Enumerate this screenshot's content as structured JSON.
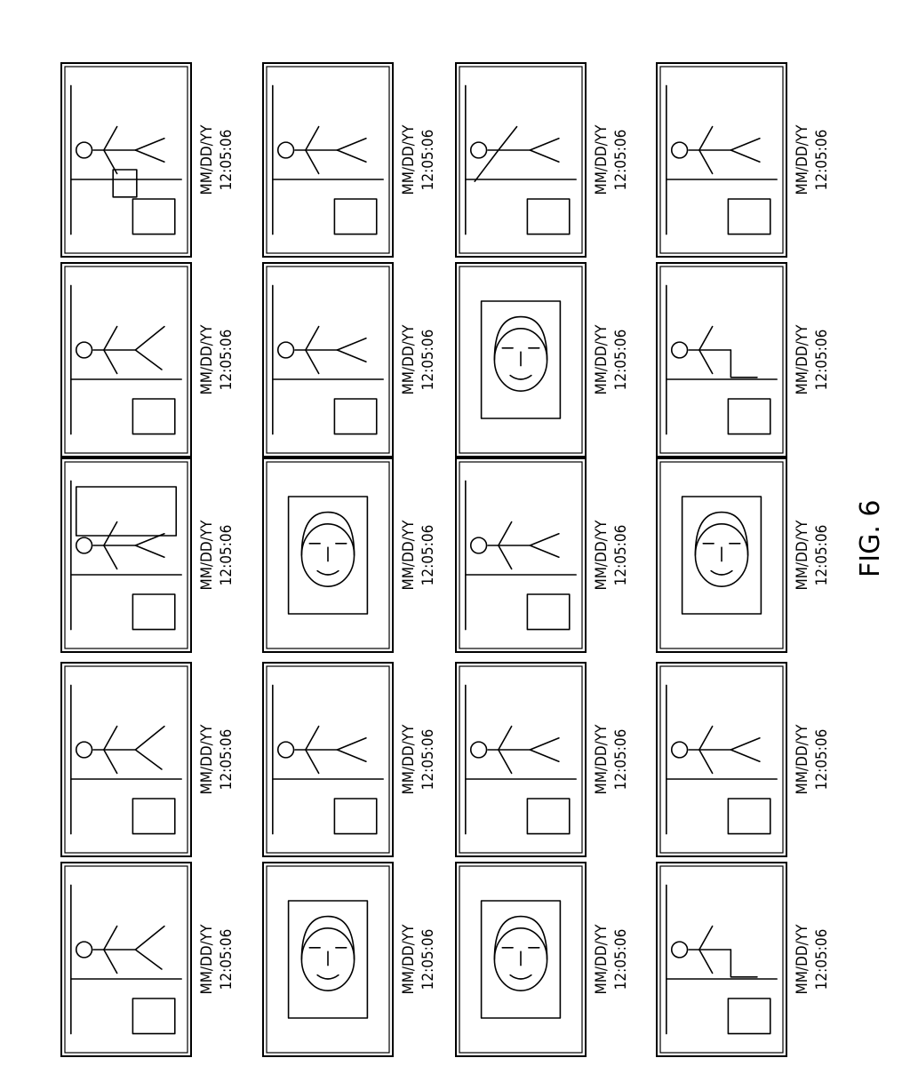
{
  "figure_label": "FIG. 6",
  "frames": [
    {
      "id": "r1c1",
      "date": "MM/DD/YY",
      "time": "12:05:06",
      "scene": "person-walking"
    },
    {
      "id": "r1c2",
      "date": "MM/DD/YY",
      "time": "12:05:06",
      "scene": "person-walking"
    },
    {
      "id": "r1c3",
      "date": "MM/DD/YY",
      "time": "12:05:06",
      "scene": "person-at-door"
    },
    {
      "id": "r1c4",
      "date": "MM/DD/YY",
      "time": "12:05:06",
      "scene": "person-walking"
    },
    {
      "id": "r1c5",
      "date": "MM/DD/YY",
      "time": "12:05:06",
      "scene": "person-with-object"
    },
    {
      "id": "r2c1",
      "date": "MM/DD/YY",
      "time": "12:05:06",
      "scene": "face-closeup"
    },
    {
      "id": "r2c2",
      "date": "MM/DD/YY",
      "time": "12:05:06",
      "scene": "person-standing"
    },
    {
      "id": "r2c3",
      "date": "MM/DD/YY",
      "time": "12:05:06",
      "scene": "face-closeup"
    },
    {
      "id": "r2c4",
      "date": "MM/DD/YY",
      "time": "12:05:06",
      "scene": "person-standing"
    },
    {
      "id": "r2c5",
      "date": "MM/DD/YY",
      "time": "12:05:06",
      "scene": "person-standing"
    },
    {
      "id": "r3c1",
      "date": "MM/DD/YY",
      "time": "12:05:06",
      "scene": "face-closeup"
    },
    {
      "id": "r3c2",
      "date": "MM/DD/YY",
      "time": "12:05:06",
      "scene": "person-standing"
    },
    {
      "id": "r3c3",
      "date": "MM/DD/YY",
      "time": "12:05:06",
      "scene": "person-standing"
    },
    {
      "id": "r3c4",
      "date": "MM/DD/YY",
      "time": "12:05:06",
      "scene": "face-closeup"
    },
    {
      "id": "r3c5",
      "date": "MM/DD/YY",
      "time": "12:05:06",
      "scene": "person-gesturing"
    },
    {
      "id": "r4c1",
      "date": "MM/DD/YY",
      "time": "12:05:06",
      "scene": "person-seated"
    },
    {
      "id": "r4c2",
      "date": "MM/DD/YY",
      "time": "12:05:06",
      "scene": "person-standing"
    },
    {
      "id": "r4c3",
      "date": "MM/DD/YY",
      "time": "12:05:06",
      "scene": "face-closeup"
    },
    {
      "id": "r4c4",
      "date": "MM/DD/YY",
      "time": "12:05:06",
      "scene": "person-seated"
    },
    {
      "id": "r4c5",
      "date": "MM/DD/YY",
      "time": "12:05:06",
      "scene": "person-standing"
    }
  ]
}
